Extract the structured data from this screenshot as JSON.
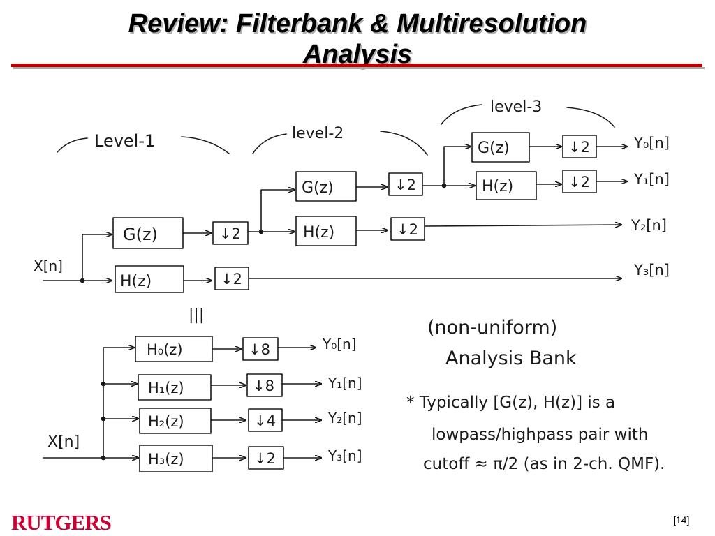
{
  "slide": {
    "title_line1": "Review:  Filterbank & Multiresolution",
    "title_line2": "Analysis",
    "logo_text": "RUTGERS",
    "page_number": "[14]"
  },
  "tree_diagram": {
    "input": "X[n]",
    "level1": "Level-1",
    "level2": "level-2",
    "level3": "level-3",
    "filter_G": "G(z)",
    "filter_H": "H(z)",
    "down2": "↓2",
    "out_y0": "Y₀[n]",
    "out_y1": "Y₁[n]",
    "out_y2": "Y₂[n]",
    "out_y3": "Y₃[n]",
    "equivalence": "|||"
  },
  "parallel_bank": {
    "input": "X[n]",
    "filters": [
      "H₀(z)",
      "H₁(z)",
      "H₂(z)",
      "H₃(z)"
    ],
    "downsamplers": [
      "↓8",
      "↓8",
      "↓4",
      "↓2"
    ],
    "outputs": [
      "Y₀[n]",
      "Y₁[n]",
      "Y₂[n]",
      "Y₃[n]"
    ]
  },
  "notes": {
    "line1": "(non-uniform)",
    "line2": "Analysis Bank",
    "line3": "* Typically [G(z), H(z)] is a",
    "line4": "lowpass/highpass pair with",
    "line5": "cutoff ≈ π/2 (as in 2-ch. QMF)."
  }
}
